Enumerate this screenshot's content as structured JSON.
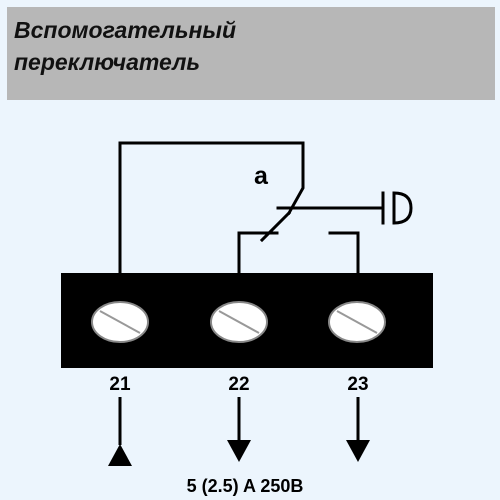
{
  "header": {
    "title_line1": "Вспомогательный",
    "title_line2": "переключатель"
  },
  "diagram": {
    "contact_label": "a",
    "terminals": [
      {
        "number": "21",
        "arrow": "up"
      },
      {
        "number": "22",
        "arrow": "down"
      },
      {
        "number": "23",
        "arrow": "down"
      }
    ],
    "rating": "5 (2.5) A 250B"
  },
  "colors": {
    "background": "#ecf5fd",
    "header_bg": "#b7b7b7",
    "terminal_block": "#000000",
    "screw_fill": "#ffffff"
  }
}
